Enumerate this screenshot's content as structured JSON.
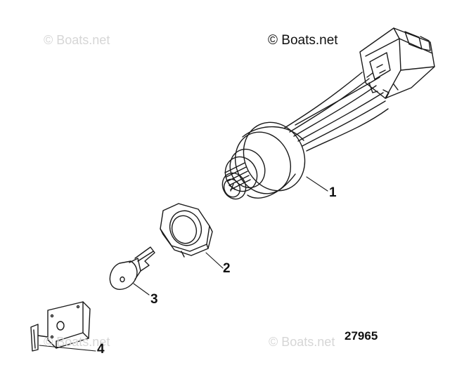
{
  "copyright": "© Boats.net",
  "watermarks": [
    "© Boats.net",
    "© Boats.net",
    "© Boats.net"
  ],
  "callouts": [
    "1",
    "2",
    "3",
    "4"
  ],
  "diagram_number": "27965"
}
